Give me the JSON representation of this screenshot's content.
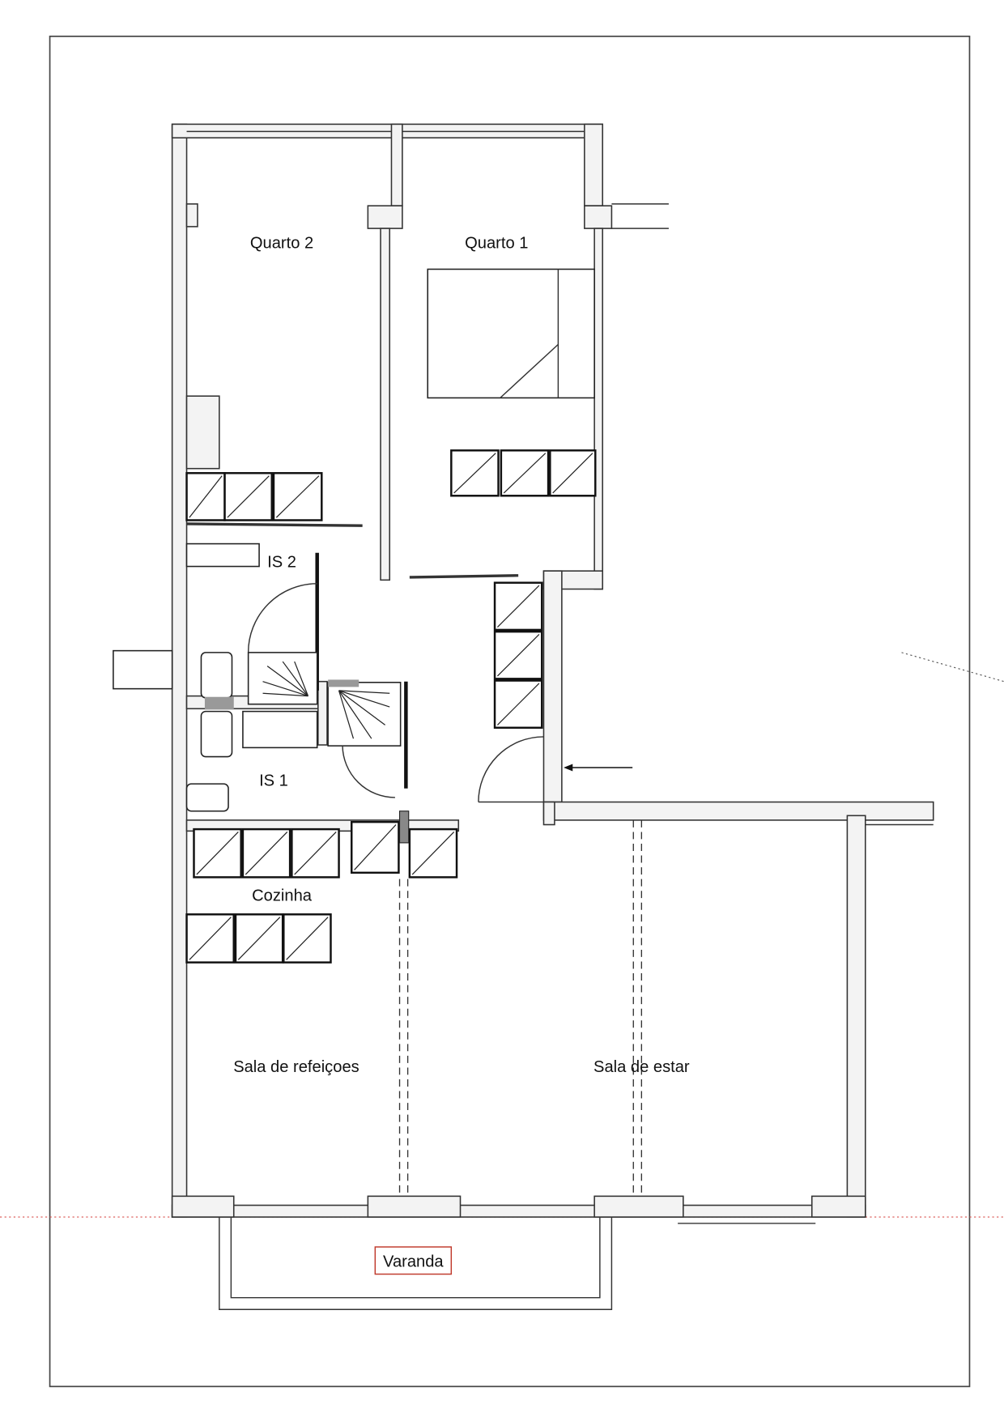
{
  "plan": {
    "rooms": {
      "quarto2": "Quarto 2",
      "quarto1": "Quarto 1",
      "is2": "IS 2",
      "is1": "IS 1",
      "cozinha": "Cozinha",
      "sala_refeicoes": "Sala de refeiçoes",
      "sala_estar": "Sala de estar",
      "varanda": "Varanda"
    },
    "colors": {
      "varanda_box": "#c0392b",
      "reference_line": "#d9534f"
    }
  }
}
